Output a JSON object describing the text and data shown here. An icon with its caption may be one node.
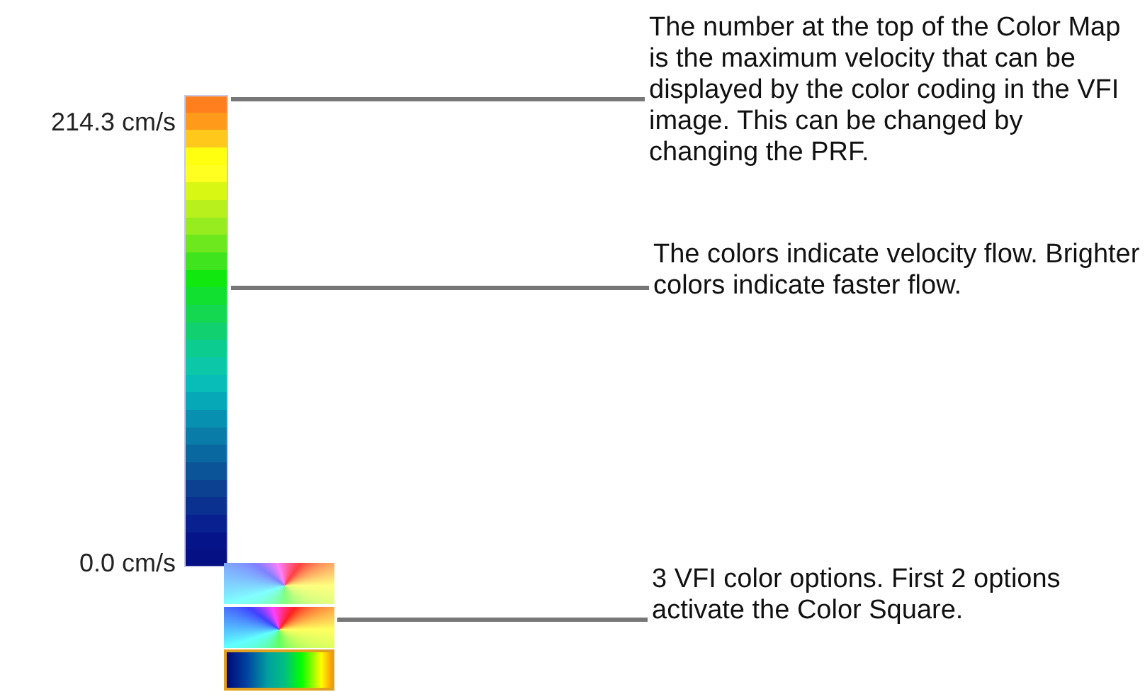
{
  "diagram": {
    "nodes": [
      {
        "text": [
          "The number at the top of the Color Map is the maximum velocity that can be displayed by the color coding in the VFI image. This can be changed by changing the PRF."
        ]
      },
      {
        "text": [
          "The colors indicate velocity flow. Brighter colors indicate faster flow."
        ]
      },
      {
        "text": [
          "3 VFI color options. First 2 options activate the Color Square."
        ]
      },
      {
        "text": [],
        "shape": "bar"
      },
      {
        "text": [],
        "shape": "picture"
      }
    ],
    "edges": [
      {
        "from": 0,
        "to": 3,
        "arrow": "none"
      },
      {
        "from": 1,
        "to": 3,
        "arrow": "none"
      },
      {
        "from": 2,
        "to": 4,
        "arrow": "none"
      }
    ],
    "labels": [
      "214.3 cm/s",
      "0.0 cm/s"
    ]
  }
}
